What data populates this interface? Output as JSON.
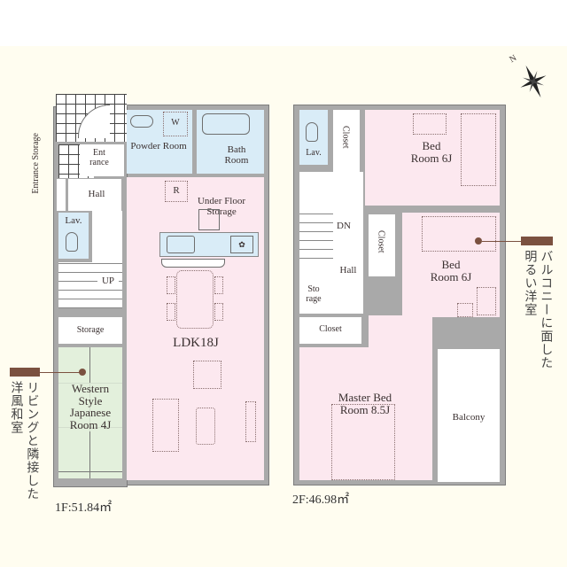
{
  "floor1": {
    "area_label": "1F:51.84㎡",
    "rooms": {
      "entrance": "Ent\nrance",
      "entrance_storage": "Entrance Storage",
      "hall": "Hall",
      "lav": "Lav.",
      "up": "UP",
      "powder_room": "Powder Room",
      "powder_w": "W",
      "bath_room": "Bath Room",
      "refrigerator": "R",
      "under_floor_storage": "Under Floor Storage",
      "ldk": "LDK18J",
      "storage": "Storage",
      "japanese_room": "Western Style Japanese Room 4J"
    },
    "callout": {
      "text_line1": "リビングと隣接した",
      "text_line2": "洋風和室",
      "tag_color": "#7b5140"
    }
  },
  "floor2": {
    "area_label": "2F:46.98㎡",
    "rooms": {
      "lav": "Lav.",
      "closet_top": "Closet",
      "bedroom1": "Bed Room 6J",
      "dn": "DN",
      "hall": "Hall",
      "closet_mid": "Closet",
      "bedroom2": "Bed Room 6J",
      "storage": "Sto rage",
      "closet_bottom": "Closet",
      "master_bedroom": "Master Bed Room 8.5J",
      "balcony": "Balcony"
    },
    "callout": {
      "text_line1": "バルコニーに面した",
      "text_line2": "明るい洋室",
      "tag_color": "#7b5140"
    }
  },
  "compass": {
    "label": "N",
    "icon": "compass-rose-icon"
  },
  "colors": {
    "background": "#fffdf0",
    "living_rooms": "#fce8ef",
    "wet_areas": "#d9ecf7",
    "tatami": "#e3f0dc",
    "walls": "#a9a9a9",
    "callout_tag": "#7b5140"
  }
}
